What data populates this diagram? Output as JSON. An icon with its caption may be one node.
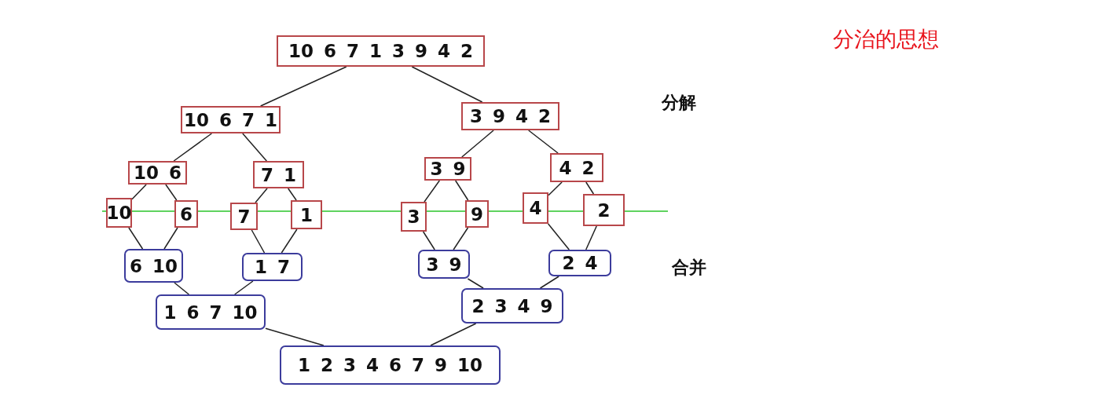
{
  "diagram": {
    "title": "分治的思想",
    "nodes": [
      {
        "text": [
          "10 6 7 1 3 9 4 2"
        ]
      },
      {
        "text": [
          "10 6 7 1"
        ]
      },
      {
        "text": [
          "3 9 4 2"
        ]
      },
      {
        "text": [
          "10 6"
        ]
      },
      {
        "text": [
          "7 1"
        ]
      },
      {
        "text": [
          "3 9"
        ]
      },
      {
        "text": [
          "4 2"
        ]
      },
      {
        "text": [
          "10"
        ]
      },
      {
        "text": [
          "6"
        ]
      },
      {
        "text": [
          "7"
        ]
      },
      {
        "text": [
          "1"
        ]
      },
      {
        "text": [
          "3"
        ]
      },
      {
        "text": [
          "9"
        ]
      },
      {
        "text": [
          "4"
        ]
      },
      {
        "text": [
          "2"
        ]
      },
      {
        "text": [
          "6 10"
        ]
      },
      {
        "text": [
          "1 7"
        ]
      },
      {
        "text": [
          "3 9"
        ]
      },
      {
        "text": [
          "2 4"
        ]
      },
      {
        "text": [
          "1 6 7 10"
        ]
      },
      {
        "text": [
          "2 3 4 9"
        ]
      },
      {
        "text": [
          "1 2 3 4 6 7 9 10"
        ]
      }
    ],
    "edges": [
      {
        "from": 0,
        "to": 1,
        "arrow": "none"
      },
      {
        "from": 0,
        "to": 2,
        "arrow": "none"
      },
      {
        "from": 1,
        "to": 3,
        "arrow": "none"
      },
      {
        "from": 1,
        "to": 4,
        "arrow": "none"
      },
      {
        "from": 2,
        "to": 5,
        "arrow": "none"
      },
      {
        "from": 2,
        "to": 6,
        "arrow": "none"
      },
      {
        "from": 3,
        "to": 7,
        "arrow": "none"
      },
      {
        "from": 3,
        "to": 8,
        "arrow": "none"
      },
      {
        "from": 4,
        "to": 9,
        "arrow": "none"
      },
      {
        "from": 4,
        "to": 10,
        "arrow": "none"
      },
      {
        "from": 5,
        "to": 11,
        "arrow": "none"
      },
      {
        "from": 5,
        "to": 12,
        "arrow": "none"
      },
      {
        "from": 6,
        "to": 13,
        "arrow": "none"
      },
      {
        "from": 6,
        "to": 14,
        "arrow": "none"
      },
      {
        "from": 7,
        "to": 15,
        "arrow": "none"
      },
      {
        "from": 8,
        "to": 15,
        "arrow": "none"
      },
      {
        "from": 9,
        "to": 16,
        "arrow": "none"
      },
      {
        "from": 10,
        "to": 16,
        "arrow": "none"
      },
      {
        "from": 11,
        "to": 17,
        "arrow": "none"
      },
      {
        "from": 12,
        "to": 17,
        "arrow": "none"
      },
      {
        "from": 13,
        "to": 18,
        "arrow": "none"
      },
      {
        "from": 14,
        "to": 18,
        "arrow": "none"
      },
      {
        "from": 15,
        "to": 19,
        "arrow": "none"
      },
      {
        "from": 16,
        "to": 19,
        "arrow": "none"
      },
      {
        "from": 17,
        "to": 20,
        "arrow": "none"
      },
      {
        "from": 18,
        "to": 20,
        "arrow": "none"
      },
      {
        "from": 19,
        "to": 21,
        "arrow": "none"
      },
      {
        "from": 20,
        "to": 21,
        "arrow": "none"
      }
    ],
    "labels": [
      "分解",
      "合并"
    ]
  }
}
